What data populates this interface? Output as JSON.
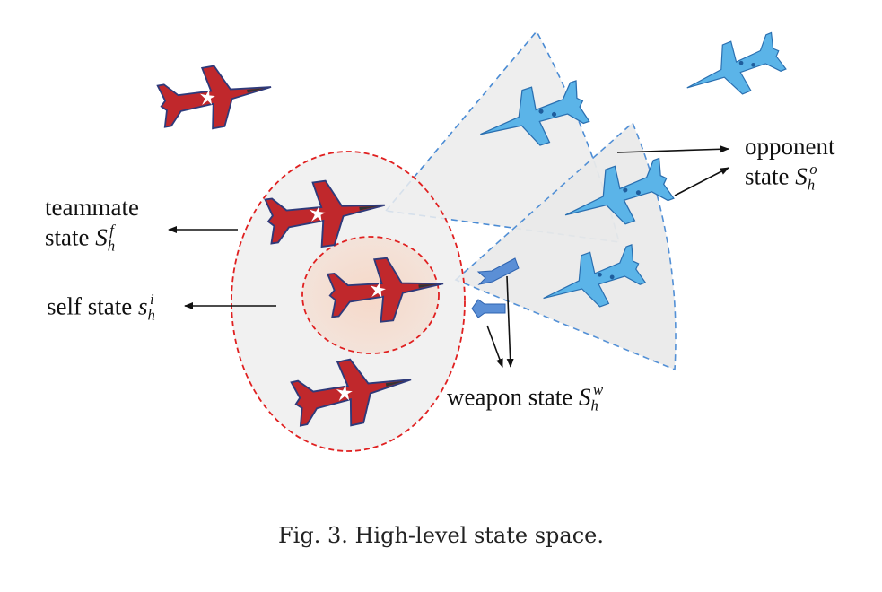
{
  "labels": {
    "teammate_line1": "teammate",
    "teammate_line2": "state",
    "teammate_sym": "S",
    "teammate_sub": "h",
    "teammate_sup": "f",
    "self": "self state",
    "self_sym": "s",
    "self_sub": "h",
    "self_sup": "i",
    "opponent_line1": "opponent",
    "opponent_line2": "state",
    "opponent_sym": "S",
    "opponent_sub": "h",
    "opponent_sup": "o",
    "weapon": "weapon state",
    "weapon_sym": "S",
    "weapon_sub": "h",
    "weapon_sup": "w"
  },
  "caption": "Fig. 3.  High-level state space.",
  "colors": {
    "red_jet": "#c0282c",
    "blue_jet": "#5bb4e8",
    "red_dashed": "#e02020",
    "blue_dashed": "#4a8bd4",
    "sector_fill": "#eeeeee",
    "self_fill": "#f5dccf",
    "weapon_arrow": "#5b8fd6"
  }
}
